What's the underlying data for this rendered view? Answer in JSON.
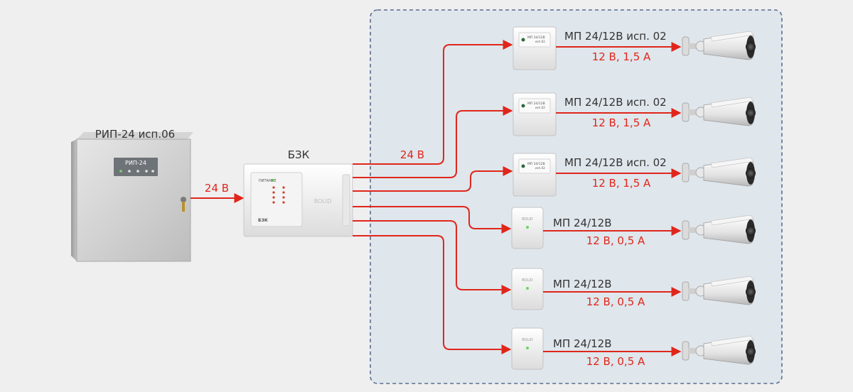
{
  "colors": {
    "background": "#efefef",
    "zone_fill": "#dfe6ec",
    "zone_border": "#5a6c8f",
    "wire": "#e0261b",
    "text_dark": "#333333",
    "text_red": "#e0261b"
  },
  "power_supply": {
    "title": "РИП-24 исп.06",
    "panel_label": "РИП-24",
    "output_label": "24 В",
    "icon": "power-supply-cabinet"
  },
  "distribution_block": {
    "title": "БЗК",
    "front_label": "БЗК",
    "indicator_label": "ПИТАНИЕ",
    "brand": "BOLID",
    "output_label": "24 В",
    "icon": "distribution-box"
  },
  "branches": [
    {
      "module_label": "МП 24/12В исп. 02",
      "output_label": "12 В, 1,5 А",
      "module_face": "МП 24/12В",
      "module_face_sub": "исп.02",
      "module_type": "box",
      "camera_icon": "bullet-camera-icon"
    },
    {
      "module_label": "МП 24/12В исп. 02",
      "output_label": "12 В, 1,5 А",
      "module_face": "МП 24/12В",
      "module_face_sub": "исп.02",
      "module_type": "box",
      "camera_icon": "bullet-camera-icon"
    },
    {
      "module_label": "МП 24/12В исп. 02",
      "output_label": "12 В, 1,5 А",
      "module_face": "МП 24/12В",
      "module_face_sub": "исп.02",
      "module_type": "box",
      "camera_icon": "bullet-camera-icon"
    },
    {
      "module_label": "МП 24/12В",
      "output_label": "12 В, 0,5 А",
      "module_face": "BOLID",
      "module_type": "compact",
      "camera_icon": "bullet-camera-icon"
    },
    {
      "module_label": "МП 24/12В",
      "output_label": "12 В, 0,5 А",
      "module_face": "BOLID",
      "module_type": "compact",
      "camera_icon": "bullet-camera-icon"
    },
    {
      "module_label": "МП 24/12В",
      "output_label": "12 В, 0,5 А",
      "module_face": "BOLID",
      "module_type": "compact",
      "camera_icon": "bullet-camera-icon"
    }
  ]
}
